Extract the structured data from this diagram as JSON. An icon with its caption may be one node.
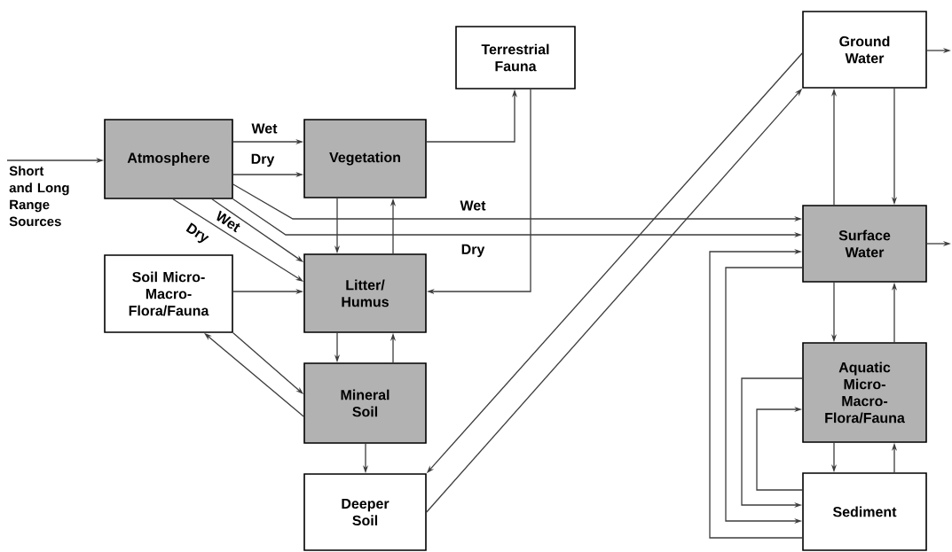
{
  "diagram": {
    "nodes": [
      {
        "text": [
          "Short and Long Range Sources"
        ]
      },
      {
        "text": [
          "Atmosphere"
        ]
      },
      {
        "text": [
          "Vegetation"
        ]
      },
      {
        "text": [
          "Terrestrial Fauna"
        ]
      },
      {
        "text": [
          "Soil Micro-Macro-Flora/Fauna"
        ]
      },
      {
        "text": [
          "Litter/ Humus"
        ]
      },
      {
        "text": [
          "Mineral Soil"
        ]
      },
      {
        "text": [
          "Deeper Soil"
        ]
      },
      {
        "text": [
          "Ground Water"
        ]
      },
      {
        "text": [
          "Surface Water"
        ]
      },
      {
        "text": [
          "Aquatic Micro-Macro-Flora/Fauna"
        ]
      },
      {
        "text": [
          "Sediment"
        ]
      }
    ],
    "edges": [
      {
        "from": 0,
        "to": 1,
        "arrow": "to"
      },
      {
        "from": 1,
        "to": 2,
        "arrow": "to",
        "label": "Wet"
      },
      {
        "from": 1,
        "to": 2,
        "arrow": "to",
        "label": "Dry"
      },
      {
        "from": 2,
        "to": 3,
        "arrow": "to"
      },
      {
        "from": 3,
        "to": 5,
        "arrow": "to"
      },
      {
        "from": 1,
        "to": 5,
        "arrow": "to",
        "label": "Wet"
      },
      {
        "from": 1,
        "to": 5,
        "arrow": "to",
        "label": "Dry"
      },
      {
        "from": 1,
        "to": 9,
        "arrow": "to",
        "label": "Wet"
      },
      {
        "from": 1,
        "to": 9,
        "arrow": "to",
        "label": "Dry"
      },
      {
        "from": 2,
        "to": 5,
        "arrow": "to"
      },
      {
        "from": 5,
        "to": 2,
        "arrow": "to"
      },
      {
        "from": 4,
        "to": 5,
        "arrow": "to"
      },
      {
        "from": 5,
        "to": 6,
        "arrow": "to"
      },
      {
        "from": 6,
        "to": 5,
        "arrow": "to"
      },
      {
        "from": 4,
        "to": 6,
        "arrow": "to"
      },
      {
        "from": 6,
        "to": 4,
        "arrow": "to"
      },
      {
        "from": 6,
        "to": 7,
        "arrow": "to"
      },
      {
        "from": 8,
        "to": 7,
        "arrow": "to"
      },
      {
        "from": 7,
        "to": 8,
        "arrow": "to"
      },
      {
        "from": 8,
        "to": null,
        "arrow": "to"
      },
      {
        "from": 9,
        "to": 8,
        "arrow": "to"
      },
      {
        "from": 8,
        "to": 9,
        "arrow": "to"
      },
      {
        "from": 9,
        "to": null,
        "arrow": "to"
      },
      {
        "from": 9,
        "to": 10,
        "arrow": "to"
      },
      {
        "from": 10,
        "to": 9,
        "arrow": "to"
      },
      {
        "from": 10,
        "to": 11,
        "arrow": "to"
      },
      {
        "from": 11,
        "to": 10,
        "arrow": "to"
      },
      {
        "from": 9,
        "to": 11,
        "arrow": "to"
      },
      {
        "from": 11,
        "to": 9,
        "arrow": "to"
      },
      {
        "from": 10,
        "to": 11,
        "arrow": "to"
      },
      {
        "from": 11,
        "to": 10,
        "arrow": "to"
      }
    ]
  }
}
